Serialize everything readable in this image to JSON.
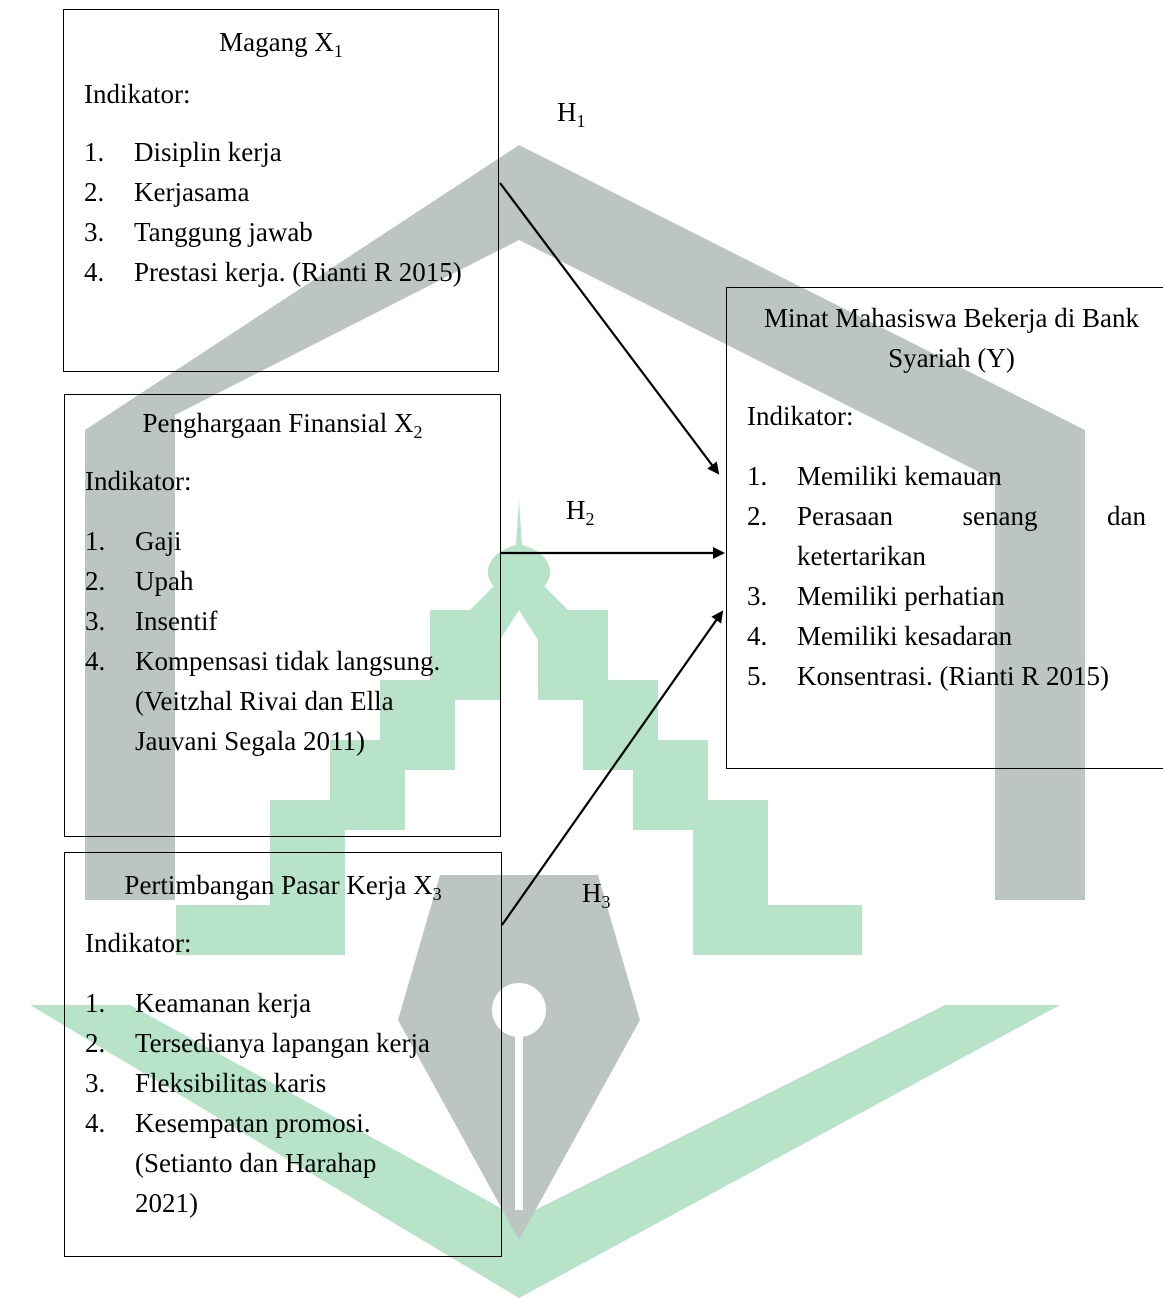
{
  "watermark": {
    "gray": "#bcc5c1",
    "green": "#b7e3c9"
  },
  "hypotheses": {
    "h1": "H",
    "h1_sub": "1",
    "h2": "H",
    "h2_sub": "2",
    "h3": "H",
    "h3_sub": "3"
  },
  "box_x1": {
    "title": "Magang X",
    "title_sub": "1",
    "indikator": "Indikator:",
    "items": [
      {
        "num": "1.",
        "text": "Disiplin kerja"
      },
      {
        "num": "2.",
        "text": "Kerjasama"
      },
      {
        "num": "3.",
        "text": "Tanggung jawab"
      },
      {
        "num": "4.",
        "text": "Prestasi kerja. (Rianti R 2015)"
      }
    ]
  },
  "box_x2": {
    "title": "Penghargaan Finansial X",
    "title_sub": "2",
    "indikator": "Indikator:",
    "items": [
      {
        "num": "1.",
        "text": "Gaji"
      },
      {
        "num": "2.",
        "text": "Upah"
      },
      {
        "num": "3.",
        "text": "Insentif"
      },
      {
        "num": "4.",
        "text": "Kompensasi tidak langsung. (Veitzhal Rivai dan Ella Jauvani Segala 2011)"
      }
    ]
  },
  "box_x3": {
    "title": "Pertimbangan Pasar Kerja X",
    "title_sub": "3",
    "indikator": "Indikator:",
    "items": [
      {
        "num": "1.",
        "text": "Keamanan kerja"
      },
      {
        "num": "2.",
        "text": "Tersedianya lapangan kerja"
      },
      {
        "num": "3.",
        "text": "Fleksibilitas karis"
      },
      {
        "num": "4.",
        "text": "Kesempatan promosi. (Setianto dan Harahap 2021)"
      }
    ]
  },
  "box_y": {
    "title": "Minat Mahasiswa Bekerja di Bank Syariah (Y)",
    "indikator": "Indikator:",
    "items": [
      {
        "num": "1.",
        "text": "Memiliki kemauan"
      },
      {
        "num": "2.",
        "text": "Perasaan senang dan ketertarikan"
      },
      {
        "num": "3.",
        "text": "Memiliki perhatian"
      },
      {
        "num": "4.",
        "text": "Memiliki kesadaran"
      },
      {
        "num": "5.",
        "text": "Konsentrasi. (Rianti R 2015)"
      }
    ]
  }
}
